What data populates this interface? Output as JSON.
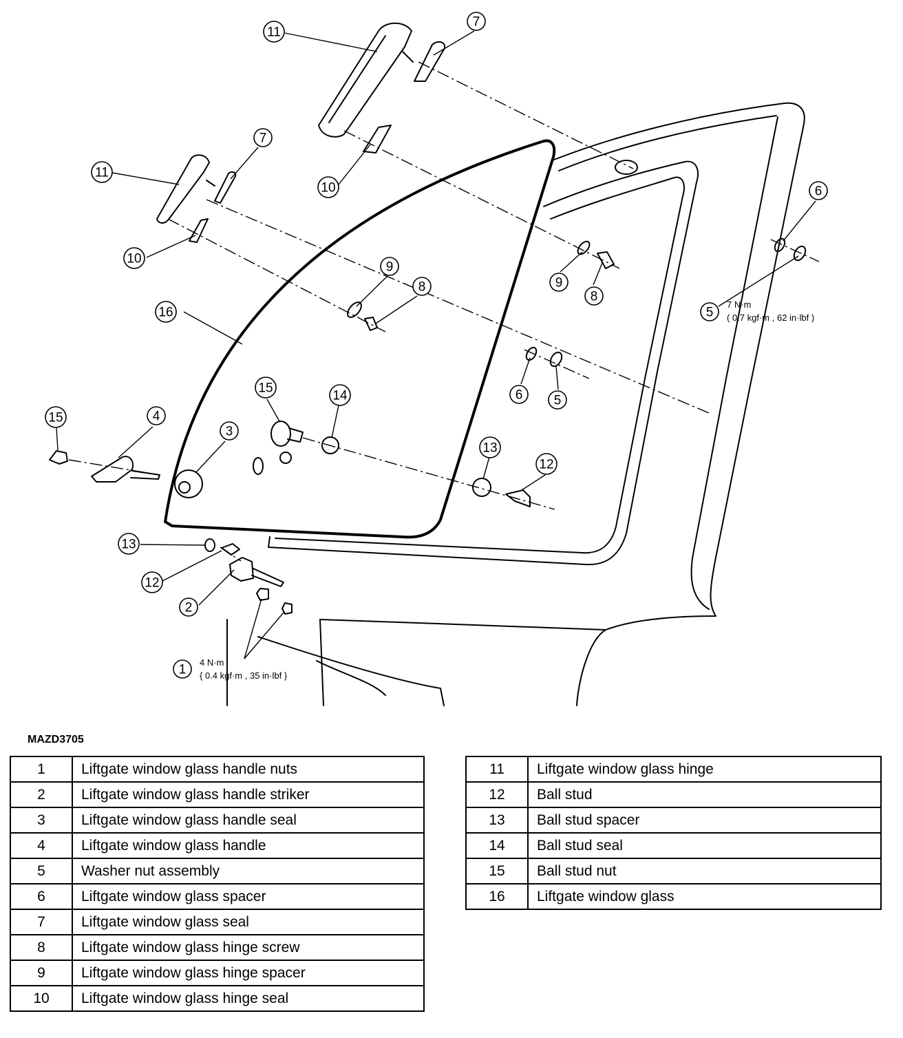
{
  "figure_code": "MAZD3705",
  "callouts": {
    "c1": "1",
    "c2": "2",
    "c3": "3",
    "c4": "4",
    "c5a": "5",
    "c5b": "5",
    "c6a": "6",
    "c6b": "6",
    "c7a": "7",
    "c7b": "7",
    "c8a": "8",
    "c8b": "8",
    "c9a": "9",
    "c9b": "9",
    "c10a": "10",
    "c10b": "10",
    "c11a": "11",
    "c11b": "11",
    "c12a": "12",
    "c12b": "12",
    "c13a": "13",
    "c13b": "13",
    "c14": "14",
    "c15a": "15",
    "c15b": "15",
    "c16": "16"
  },
  "torque_specs": {
    "nuts": {
      "line1": "4 N·m",
      "line2": "{ 0.4 kgf·m , 35 in·lbf }"
    },
    "washer": {
      "line1": "7 N·m",
      "line2": "( 0.7 kgf·m , 62 in·lbf )"
    }
  },
  "parts_left": [
    {
      "num": "1",
      "desc": "Liftgate window glass handle nuts"
    },
    {
      "num": "2",
      "desc": "Liftgate window glass handle striker"
    },
    {
      "num": "3",
      "desc": "Liftgate window glass handle seal"
    },
    {
      "num": "4",
      "desc": "Liftgate window glass handle"
    },
    {
      "num": "5",
      "desc": "Washer nut assembly"
    },
    {
      "num": "6",
      "desc": "Liftgate window glass spacer"
    },
    {
      "num": "7",
      "desc": "Liftgate window glass seal"
    },
    {
      "num": "8",
      "desc": "Liftgate window glass hinge screw"
    },
    {
      "num": "9",
      "desc": "Liftgate window glass hinge spacer"
    },
    {
      "num": "10",
      "desc": "Liftgate window glass hinge seal"
    }
  ],
  "parts_right": [
    {
      "num": "11",
      "desc": "Liftgate window glass hinge"
    },
    {
      "num": "12",
      "desc": "Ball stud"
    },
    {
      "num": "13",
      "desc": "Ball stud spacer"
    },
    {
      "num": "14",
      "desc": "Ball stud seal"
    },
    {
      "num": "15",
      "desc": "Ball stud nut"
    },
    {
      "num": "16",
      "desc": "Liftgate window glass"
    }
  ]
}
